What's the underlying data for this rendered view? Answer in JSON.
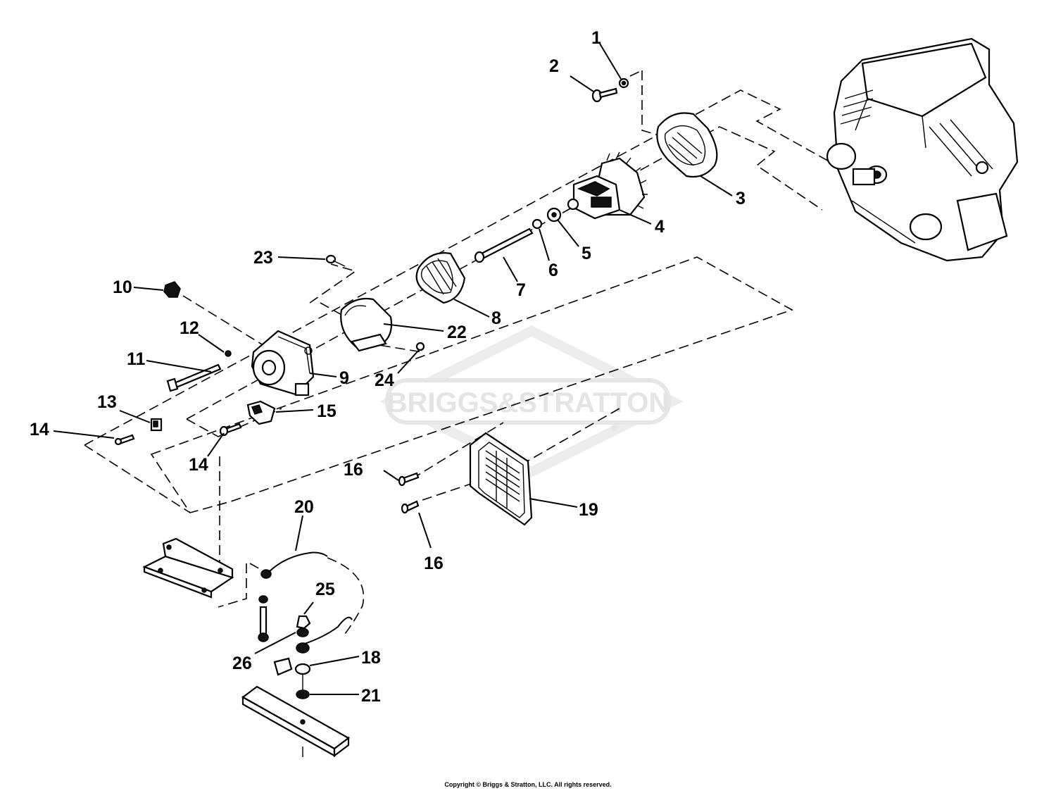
{
  "watermark": {
    "text": "BRIGGS&STRATTON",
    "registered": "®"
  },
  "copyright": "Copyright © Briggs & Stratton, LLC. All rights reserved.",
  "callouts": {
    "c1": "1",
    "c2": "2",
    "c3": "3",
    "c4": "4",
    "c5": "5",
    "c6": "6",
    "c7": "7",
    "c8": "8",
    "c9": "9",
    "c10": "10",
    "c11": "11",
    "c12": "12",
    "c13": "13",
    "c14a": "14",
    "c14b": "14",
    "c15": "15",
    "c16a": "16",
    "c16b": "16",
    "c18": "18",
    "c19": "19",
    "c20": "20",
    "c21": "21",
    "c22": "22",
    "c23": "23",
    "c24": "24",
    "c25": "25",
    "c26": "26"
  }
}
